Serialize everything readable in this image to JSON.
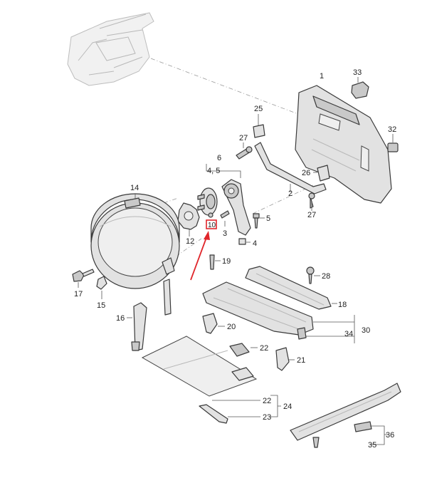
{
  "diagram": {
    "callouts": {
      "n1": "1",
      "n2": "2",
      "n3": "3",
      "n4": "4",
      "n5": "5",
      "n6": "6",
      "n45": "4, 5",
      "n10": "10",
      "n12": "12",
      "n14": "14",
      "n15": "15",
      "n16": "16",
      "n17": "17",
      "n18": "18",
      "n19": "19",
      "n20": "20",
      "n21": "21",
      "n22a": "22",
      "n22b": "22",
      "n23": "23",
      "n24": "24",
      "n25": "25",
      "n26": "26",
      "n27a": "27",
      "n27b": "27",
      "n28": "28",
      "n30": "30",
      "n32": "32",
      "n33": "33",
      "n34": "34",
      "n35": "35",
      "n36": "36"
    },
    "highlighted_part": "10",
    "colors": {
      "highlight": "#e0262b",
      "line": "#3a3a3a",
      "part_fill": "#e2e2e2"
    }
  }
}
